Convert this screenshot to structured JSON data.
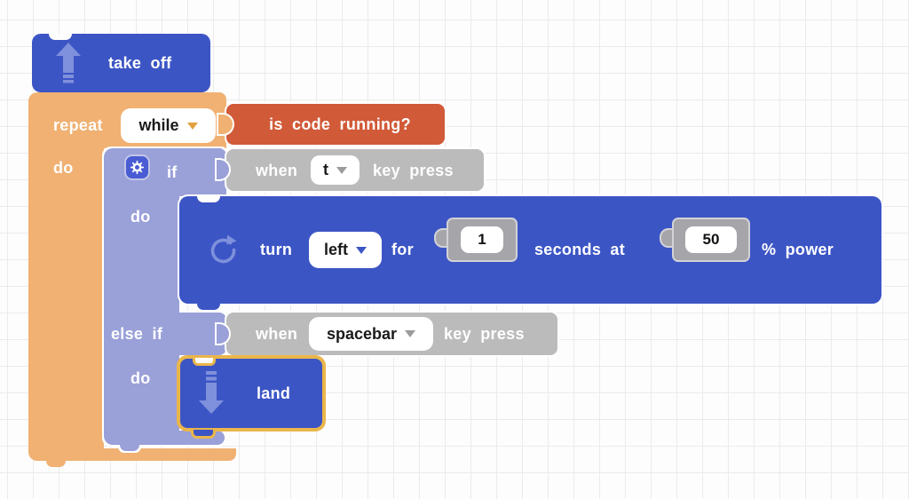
{
  "colors": {
    "canvas_bg": "#fdfdfd",
    "grid_line": "#ebebeb",
    "blue": "#3c55c5",
    "blue_light": "#7f90dc",
    "orange": "#f0b173",
    "orange_caret": "#e2a23f",
    "red": "#d15a38",
    "purple": "#9aa0d8",
    "gray": "#bbbbbb",
    "gray_caret": "#9b9b9b",
    "num_gray": "#a5a5aa",
    "num_border": "#d2d2d7",
    "gold": "#eab64b",
    "gear_bg": "#4a5cd3"
  },
  "blocks": {
    "takeoff": {
      "label": "take off"
    },
    "repeat": {
      "label": "repeat",
      "loop_type": "while",
      "do_label": "do"
    },
    "condition": {
      "label": "is code running?"
    },
    "if": {
      "if_label": "if",
      "do_label": "do",
      "else_if_label": "else if",
      "do2_label": "do"
    },
    "when_t": {
      "when_label": "when",
      "key": "t",
      "suffix_label": "key press"
    },
    "turn": {
      "verb_label": "turn",
      "direction": "left",
      "for_label": "for",
      "duration": "1",
      "mid_label": "seconds at",
      "power": "50",
      "suffix_label": "% power"
    },
    "when_spacebar": {
      "when_label": "when",
      "key": "spacebar",
      "suffix_label": "key press"
    },
    "land": {
      "label": "land"
    }
  }
}
